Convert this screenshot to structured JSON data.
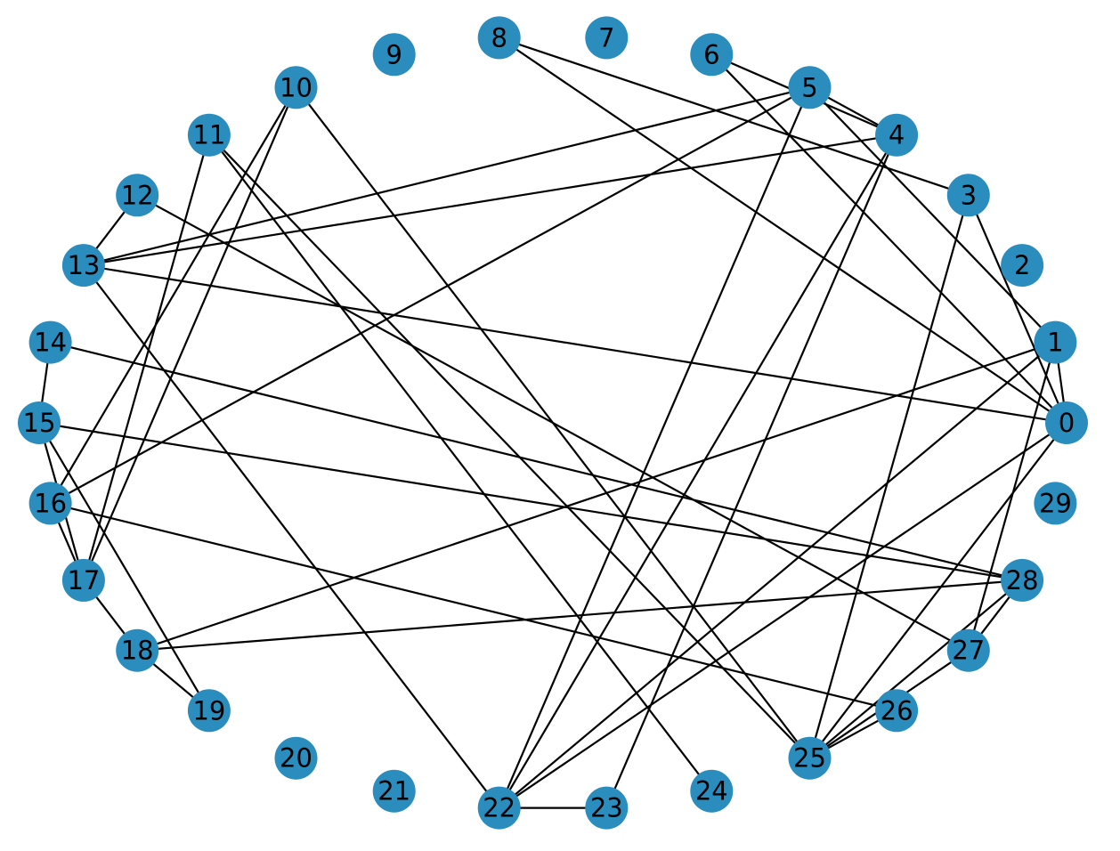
{
  "graph": {
    "layout": "circular",
    "colors": {
      "node": "#2b8cbe",
      "edge": "#000000",
      "label": "#000000",
      "background": "#ffffff"
    },
    "nodes": [
      {
        "id": "0"
      },
      {
        "id": "1"
      },
      {
        "id": "2"
      },
      {
        "id": "3"
      },
      {
        "id": "4"
      },
      {
        "id": "5"
      },
      {
        "id": "6"
      },
      {
        "id": "7"
      },
      {
        "id": "8"
      },
      {
        "id": "9"
      },
      {
        "id": "10"
      },
      {
        "id": "11"
      },
      {
        "id": "12"
      },
      {
        "id": "13"
      },
      {
        "id": "14"
      },
      {
        "id": "15"
      },
      {
        "id": "16"
      },
      {
        "id": "17"
      },
      {
        "id": "18"
      },
      {
        "id": "19"
      },
      {
        "id": "20"
      },
      {
        "id": "21"
      },
      {
        "id": "22"
      },
      {
        "id": "23"
      },
      {
        "id": "24"
      },
      {
        "id": "25"
      },
      {
        "id": "26"
      },
      {
        "id": "27"
      },
      {
        "id": "28"
      },
      {
        "id": "29"
      }
    ],
    "edges": [
      [
        "0",
        "1"
      ],
      [
        "0",
        "3"
      ],
      [
        "0",
        "6"
      ],
      [
        "0",
        "8"
      ],
      [
        "0",
        "13"
      ],
      [
        "0",
        "22"
      ],
      [
        "0",
        "25"
      ],
      [
        "1",
        "5"
      ],
      [
        "1",
        "18"
      ],
      [
        "1",
        "22"
      ],
      [
        "1",
        "27"
      ],
      [
        "3",
        "8"
      ],
      [
        "3",
        "25"
      ],
      [
        "4",
        "5"
      ],
      [
        "4",
        "6"
      ],
      [
        "4",
        "13"
      ],
      [
        "4",
        "22"
      ],
      [
        "4",
        "23"
      ],
      [
        "5",
        "13"
      ],
      [
        "5",
        "16"
      ],
      [
        "5",
        "22"
      ],
      [
        "10",
        "17"
      ],
      [
        "10",
        "16"
      ],
      [
        "10",
        "25"
      ],
      [
        "11",
        "17"
      ],
      [
        "11",
        "24"
      ],
      [
        "11",
        "25"
      ],
      [
        "12",
        "13"
      ],
      [
        "12",
        "27"
      ],
      [
        "13",
        "22"
      ],
      [
        "14",
        "15"
      ],
      [
        "14",
        "28"
      ],
      [
        "15",
        "17"
      ],
      [
        "15",
        "19"
      ],
      [
        "15",
        "28"
      ],
      [
        "16",
        "17"
      ],
      [
        "16",
        "26"
      ],
      [
        "17",
        "18"
      ],
      [
        "18",
        "19"
      ],
      [
        "18",
        "28"
      ],
      [
        "22",
        "23"
      ],
      [
        "25",
        "26"
      ],
      [
        "25",
        "27"
      ],
      [
        "25",
        "28"
      ],
      [
        "27",
        "28"
      ]
    ]
  }
}
